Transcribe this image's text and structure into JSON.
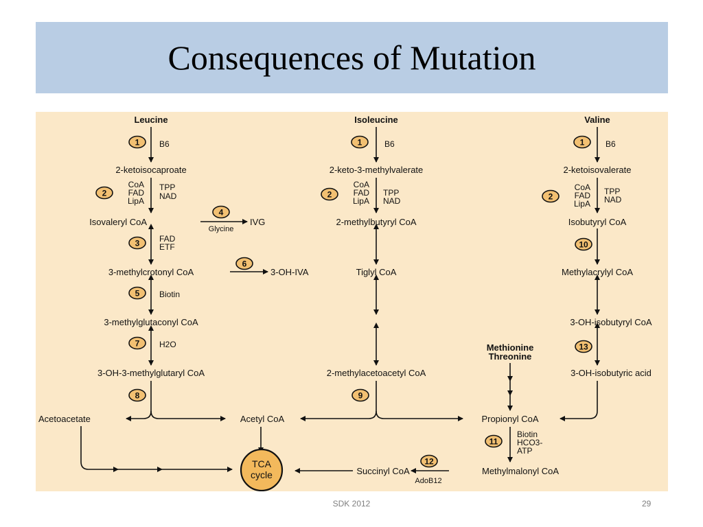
{
  "slide": {
    "title": "Consequences of Mutation",
    "footer_source": "SDK 2012",
    "page_number": "29"
  },
  "pathway": {
    "leucine": {
      "start": "Leucine",
      "s1_cofactor": "B6",
      "m1": "2-ketoisocaproate",
      "s2_cof_left": [
        "CoA",
        "FAD",
        "LipA"
      ],
      "s2_cof_right": [
        "TPP",
        "NAD"
      ],
      "m2": "Isovaleryl CoA",
      "ivg": "IVG",
      "glycine": "Glycine",
      "s3_cof": [
        "FAD",
        "ETF"
      ],
      "m3": "3-methylcrotonyl CoA",
      "ohiva": "3-OH-IVA",
      "s5_cof": "Biotin",
      "m4": "3-methylglutaconyl CoA",
      "s7_cof": "H2O",
      "m5": "3-OH-3-methylglutaryl CoA",
      "acetoacetate": "Acetoacetate"
    },
    "isoleucine": {
      "start": "Isoleucine",
      "s1_cofactor": "B6",
      "m1": "2-keto-3-methylvalerate",
      "s2_cof_left": [
        "CoA",
        "FAD",
        "LipA"
      ],
      "s2_cof_right": [
        "TPP",
        "NAD"
      ],
      "m2": "2-methylbutyryl CoA",
      "m3": "Tiglyl CoA",
      "m4": "2-methylacetoacetyl CoA",
      "acetyl": "Acetyl CoA"
    },
    "valine": {
      "start": "Valine",
      "s1_cofactor": "B6",
      "m1": "2-ketoisovalerate",
      "s2_cof_left": [
        "CoA",
        "FAD",
        "LipA"
      ],
      "s2_cof_right": [
        "TPP",
        "NAD"
      ],
      "m2": "Isobutyryl CoA",
      "m3": "Methylacrylyl CoA",
      "m4": "3-OH-isobutyryl CoA",
      "m5": "3-OH-isobutyric acid"
    },
    "shared": {
      "methionine": "Methionine",
      "threonine": "Threonine",
      "propionyl": "Propionyl CoA",
      "s11_cof": [
        "Biotin",
        "HCO3-",
        "ATP"
      ],
      "methylmalonyl": "Methylmalonyl CoA",
      "s12_cof": "AdoB12",
      "succinyl": "Succinyl CoA",
      "tca": [
        "TCA",
        "cycle"
      ]
    },
    "steps": [
      "1",
      "2",
      "3",
      "4",
      "5",
      "6",
      "7",
      "8",
      "9",
      "10",
      "11",
      "12",
      "13"
    ]
  }
}
